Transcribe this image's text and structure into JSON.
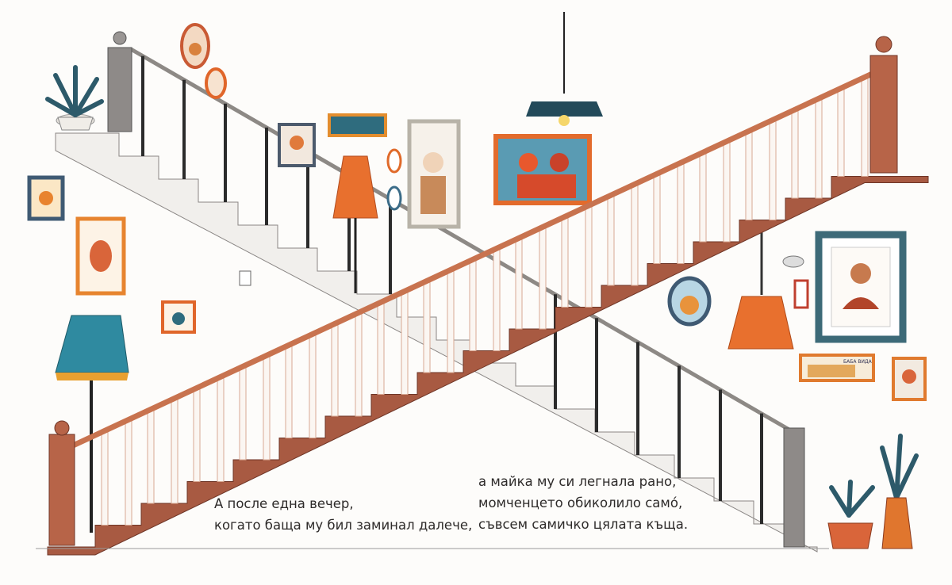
{
  "text": {
    "left_lines": [
      "А после една вечер,",
      "когато баща му бил заминал далече,"
    ],
    "right_lines": [
      "а майка му си легнала рано,",
      "момченцето обиколило само́,",
      "съвсем самичко цялата къща."
    ]
  },
  "picture_sign": "БАБА ВИДА",
  "colors": {
    "stair_brown": "#a85a42",
    "rail": "#c8734f",
    "accent_orange": "#e8702e",
    "accent_teal": "#2f7d8c",
    "frame_navy": "#3f5a73"
  }
}
